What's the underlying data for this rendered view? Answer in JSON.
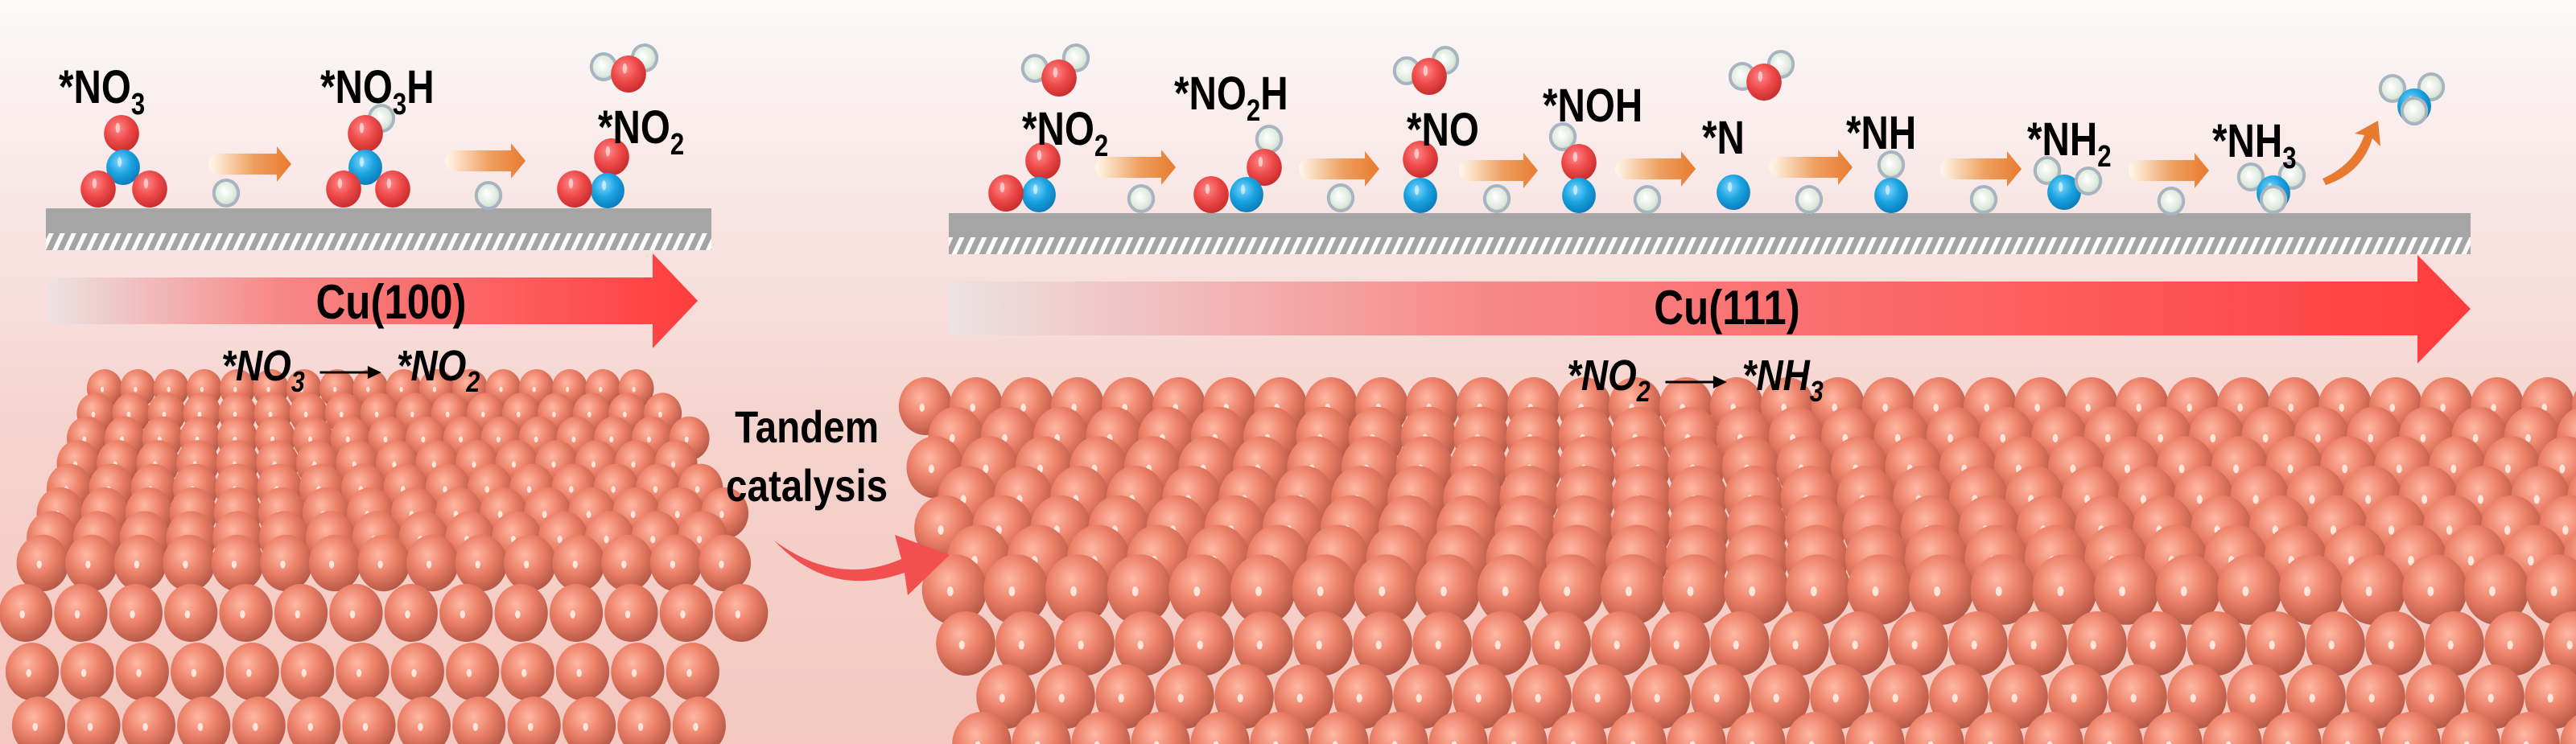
{
  "colors": {
    "oxygen": "#ee4a4a",
    "nitrogen": "#1aa3e0",
    "hydrogen": "#e6eee6",
    "copper": "#ec8068",
    "arrow_orange": "#e87a30",
    "big_arrow": "#ff3c3c",
    "substrate": "#a5a5a5"
  },
  "cu100": {
    "label": "Cu(100)",
    "intermediates": [
      {
        "main": "*NO",
        "sub": "3",
        "tail": ""
      },
      {
        "main": "*NO",
        "sub": "3",
        "tail": "H"
      },
      {
        "main": "*NO",
        "sub": "2",
        "tail": ""
      }
    ],
    "equation": {
      "from_main": "*NO",
      "from_sub": "3",
      "to_main": "*NO",
      "to_sub": "2"
    }
  },
  "tandem": {
    "line1": "Tandem",
    "line2": "catalysis"
  },
  "cu111": {
    "label": "Cu(111)",
    "intermediates": [
      {
        "main": "*NO",
        "sub": "2",
        "tail": ""
      },
      {
        "main": "*NO",
        "sub": "2",
        "tail": "H"
      },
      {
        "main": "*NO",
        "sub": "",
        "tail": ""
      },
      {
        "main": "*NOH",
        "sub": "",
        "tail": ""
      },
      {
        "main": "*N",
        "sub": "",
        "tail": ""
      },
      {
        "main": "*NH",
        "sub": "",
        "tail": ""
      },
      {
        "main": "*NH",
        "sub": "2",
        "tail": ""
      },
      {
        "main": "*NH",
        "sub": "3",
        "tail": ""
      }
    ],
    "equation": {
      "from_main": "*NO",
      "from_sub": "2",
      "to_main": "*NH",
      "to_sub": "3"
    }
  }
}
